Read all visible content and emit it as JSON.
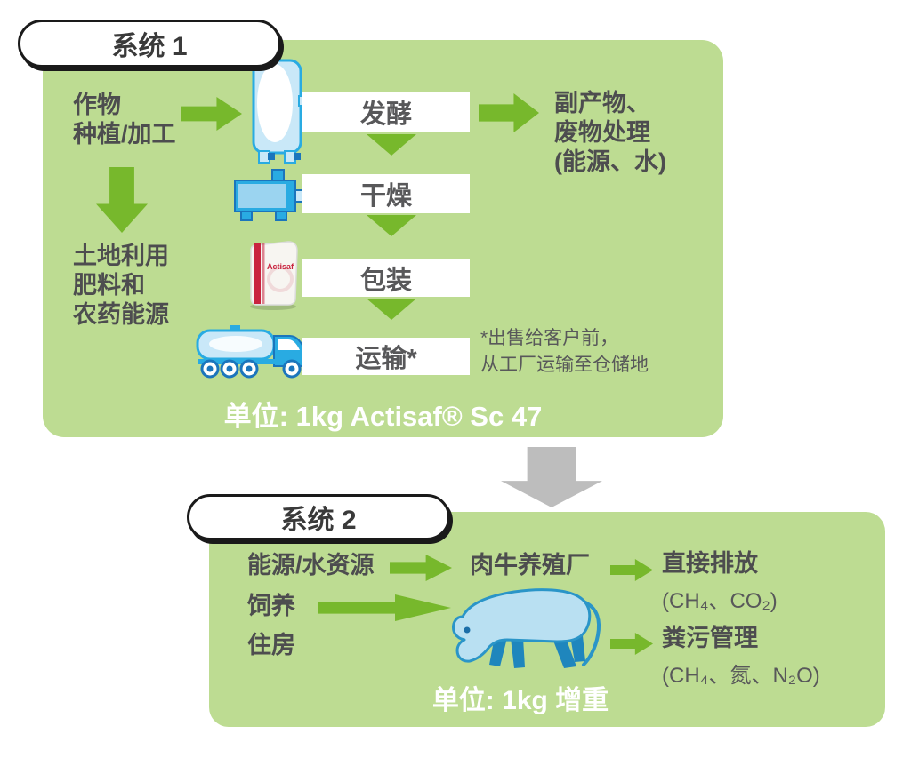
{
  "system1": {
    "title": "系统 1",
    "crop_input": "作物\n种植/加工",
    "steps": [
      "发酵",
      "干燥",
      "包装",
      "运输*"
    ],
    "byproducts": "副产物、\n废物处理\n(能源、水)",
    "land_use": "土地利用\n肥料和\n农药能源",
    "transport_note": "*出售给客户前，\n 从工厂运输至仓储地",
    "functional_unit": "单位: 1kg Actisaf® Sc 47",
    "bag_label": "Actisaf"
  },
  "system2": {
    "title": "系统 2",
    "inputs": [
      "能源/水资源",
      "饲养",
      "住房"
    ],
    "farm_label": "肉牛养殖厂",
    "output1_label": "直接排放",
    "output1_detail": "(CH₄、CO₂)",
    "output2_label": "粪污管理",
    "output2_detail": "(CH₄、氮、N₂O)",
    "functional_unit": "单位: 1kg 增重"
  },
  "colors": {
    "box_green": "#bddc92",
    "arrow_green": "#77b82c",
    "text_dark": "#4d4d4f",
    "transition_gray": "#bdbdbd",
    "icon_blue_light": "#c9e8f8",
    "icon_blue_mid": "#29abe2",
    "icon_blue_dark": "#1b75bc",
    "bag_red": "#c9243f",
    "unit_text": "#ffffff"
  }
}
